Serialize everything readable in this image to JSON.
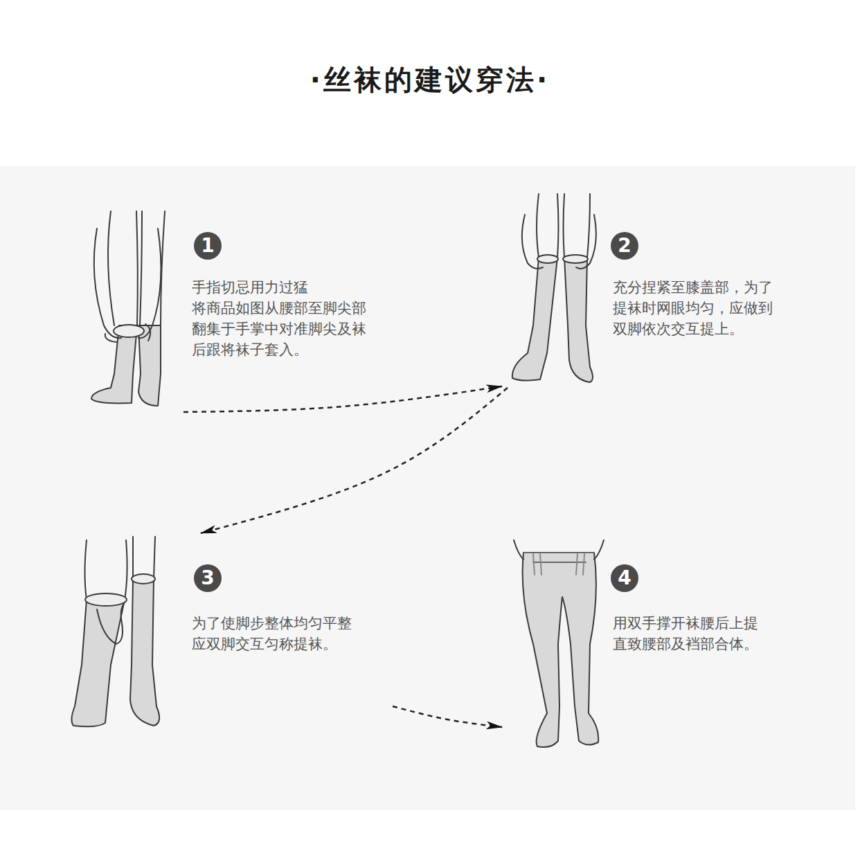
{
  "diagram": {
    "title": "·丝袜的建议穿法·",
    "nodes": [
      {
        "text": [
          "1",
          "手指切忌用力过猛 将商品如图从腰部至脚尖部 翻集于手掌中对准脚尖及袜 后跟将袜子套入。"
        ]
      },
      {
        "text": [
          "2",
          "充分捏紧至膝盖部，为了 提袜时网眼均匀，应做到 双脚依次交互提上。"
        ]
      },
      {
        "text": [
          "3",
          "为了使脚步整体均匀平整 应双脚交互匀称提袜。"
        ]
      },
      {
        "text": [
          "4",
          "用双手撑开袜腰后上提 直致腰部及裆部合体。"
        ]
      }
    ],
    "edges": [
      {
        "from": 0,
        "to": 1,
        "arrow": "to"
      },
      {
        "from": 1,
        "to": 2,
        "arrow": "to"
      },
      {
        "from": 2,
        "to": 3,
        "arrow": "to"
      }
    ]
  }
}
